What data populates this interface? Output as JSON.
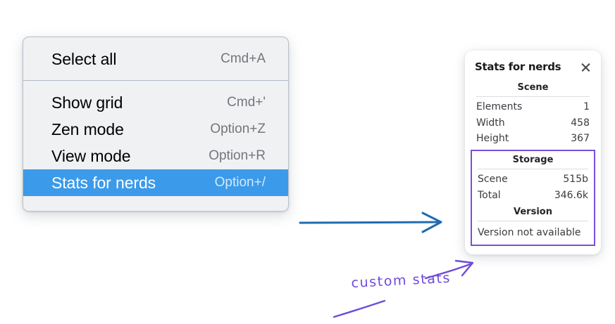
{
  "context_menu": {
    "groups": [
      {
        "items": [
          {
            "label": "Select all",
            "shortcut": "Cmd+A",
            "selected": false,
            "name": "menu-item-select-all"
          }
        ]
      },
      {
        "items": [
          {
            "label": "Show grid",
            "shortcut": "Cmd+'",
            "selected": false,
            "name": "menu-item-show-grid"
          },
          {
            "label": "Zen mode",
            "shortcut": "Option+Z",
            "selected": false,
            "name": "menu-item-zen-mode"
          },
          {
            "label": "View mode",
            "shortcut": "Option+R",
            "selected": false,
            "name": "menu-item-view-mode"
          },
          {
            "label": "Stats for nerds",
            "shortcut": "Option+/",
            "selected": true,
            "name": "menu-item-stats-for-nerds"
          }
        ]
      }
    ]
  },
  "stats_panel": {
    "title": "Stats for nerds",
    "close_icon": "close-icon",
    "scene": {
      "heading": "Scene",
      "rows": [
        {
          "label": "Elements",
          "value": "1"
        },
        {
          "label": "Width",
          "value": "458"
        },
        {
          "label": "Height",
          "value": "367"
        }
      ]
    },
    "storage": {
      "heading": "Storage",
      "rows": [
        {
          "label": "Scene",
          "value": "515b"
        },
        {
          "label": "Total",
          "value": "346.6k"
        }
      ]
    },
    "version": {
      "heading": "Version",
      "text": "Version not available"
    }
  },
  "annotations": {
    "handwritten_label": "custom stats",
    "arrow_color_blue": "#1f6cb0",
    "arrow_color_purple": "#6f4adb"
  },
  "colors": {
    "menu_background": "#f0f1f3",
    "menu_border": "#b9c0c9",
    "highlight_blue": "#3b9ae9",
    "shortcut_gray": "#73767b",
    "panel_background": "#ffffff",
    "custom_box_purple": "#7a4fdb"
  }
}
